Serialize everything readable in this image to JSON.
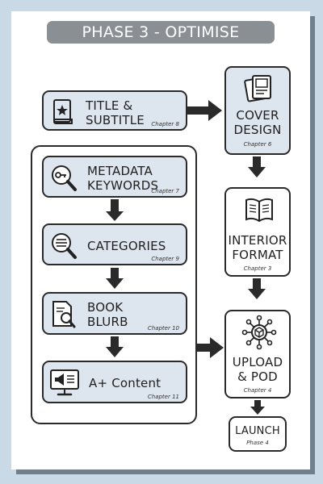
{
  "title": "PHASE 3 - OPTIMISE",
  "title_banner_color": "#8a8f93",
  "box_fill_color": "#dde5ee",
  "steps": {
    "title_subtitle": {
      "label_line1": "TITLE &",
      "label_line2": "SUBTITLE",
      "chapter": "Chapter 8",
      "icon": "book-star-icon"
    },
    "metadata": {
      "label_line1": "METADATA",
      "label_line2": "KEYWORDS",
      "chapter": "Chapter 7",
      "icon": "magnifier-key-icon"
    },
    "categories": {
      "label_line1": "CATEGORIES",
      "chapter": "Chapter 9",
      "icon": "magnifier-text-icon"
    },
    "book_blurb": {
      "label_line1": "BOOK",
      "label_line2": "BLURB",
      "chapter": "Chapter 10",
      "icon": "document-magnifier-icon"
    },
    "aplus": {
      "label_line1": "A+ Content",
      "chapter": "Chapter 11",
      "icon": "monitor-megaphone-icon"
    },
    "cover_design": {
      "label_line1": "COVER",
      "label_line2": "DESIGN",
      "chapter": "Chapter 6",
      "icon": "book-stack-icon"
    },
    "interior_format": {
      "label_line1": "INTERIOR",
      "label_line2": "FORMAT",
      "chapter": "Chapter 3",
      "icon": "open-book-icon"
    },
    "upload_pod": {
      "label_line1": "UPLOAD",
      "label_line2": "& POD",
      "chapter": "Chapter 4",
      "icon": "network-box-icon"
    },
    "launch": {
      "label_line1": "LAUNCH",
      "chapter": "Phase 4"
    }
  }
}
